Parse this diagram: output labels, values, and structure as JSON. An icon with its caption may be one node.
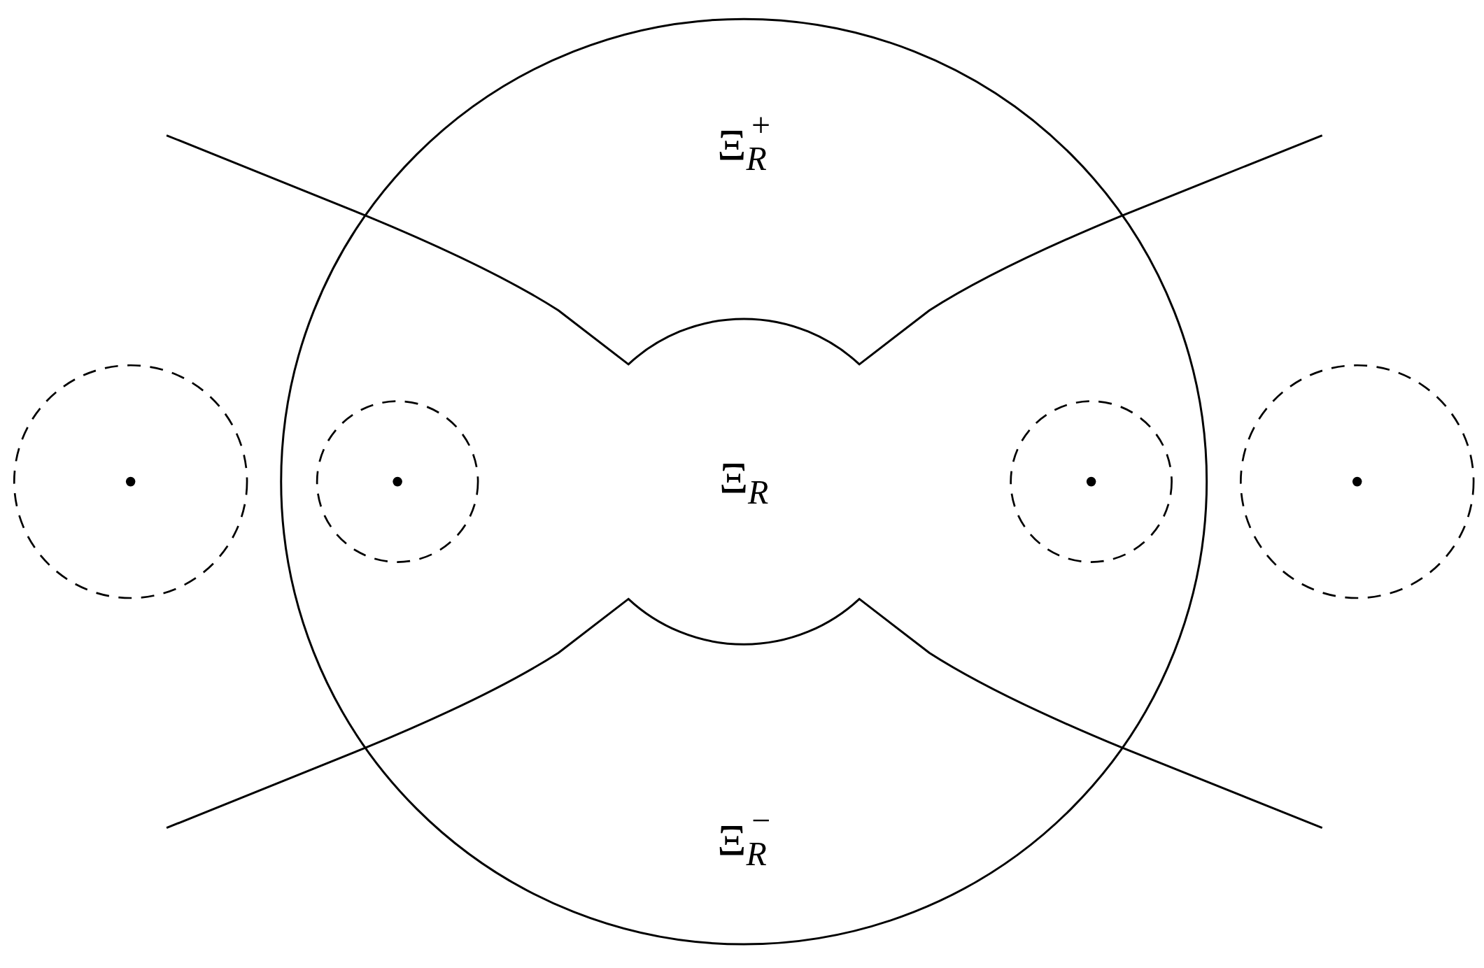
{
  "diagram": {
    "labels": [
      "Ξ$_{R}$$^{+}$",
      "Ξ$_{R}$",
      "Ξ$_{R}$$^{−}$"
    ]
  }
}
